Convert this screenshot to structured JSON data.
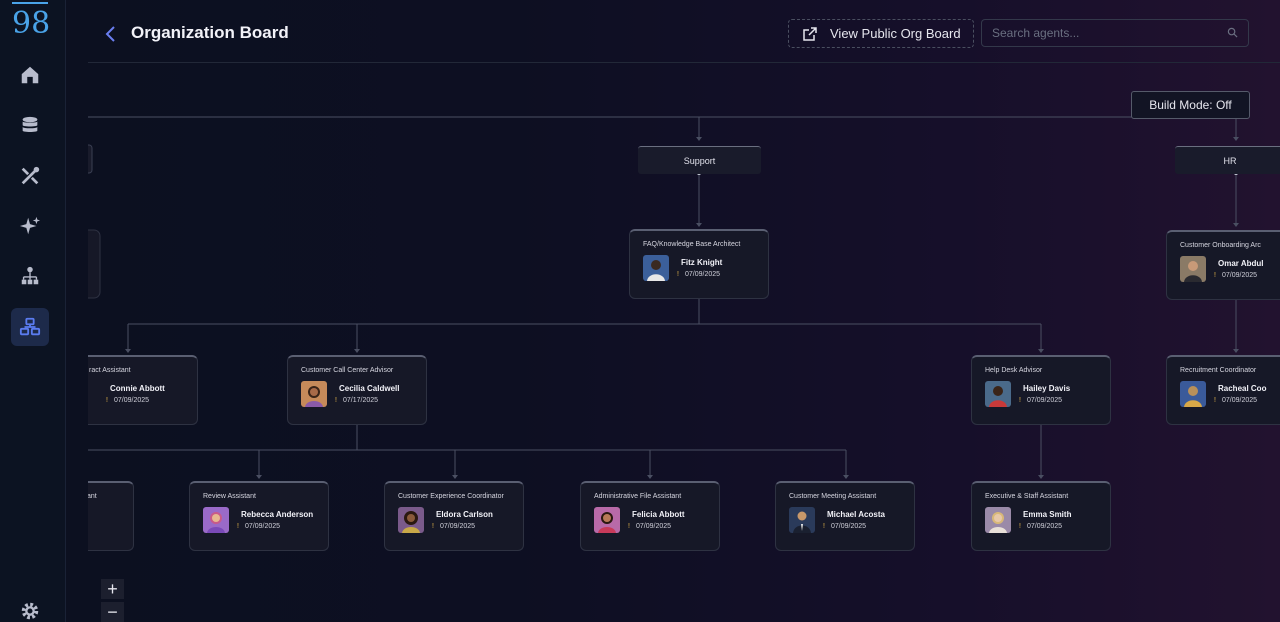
{
  "app": {
    "logo": "98"
  },
  "header": {
    "title": "Organization Board",
    "view_public_label": "View Public Org Board",
    "search_placeholder": "Search agents..."
  },
  "build_mode_label": "Build Mode: Off",
  "departments": [
    {
      "id": "support",
      "label": "Support"
    },
    {
      "id": "hr",
      "label": "HR"
    }
  ],
  "cards": [
    {
      "id": "fitz",
      "role": "FAQ/Knowledge Base Architect",
      "name": "Fitz Knight",
      "date": "07/09/2025",
      "avatar_color": "#3b5f9a"
    },
    {
      "id": "omar",
      "role": "Customer Onboarding Arc",
      "name": "Omar Abdul",
      "date": "07/09/2025",
      "avatar_color": "#8a7a66"
    },
    {
      "id": "connie",
      "role": "ract Assistant",
      "name": "Connie Abbott",
      "date": "07/09/2025",
      "avatar_color": "#b87a3a"
    },
    {
      "id": "cecilia",
      "role": "Customer Call Center Advisor",
      "name": "Cecilia Caldwell",
      "date": "07/17/2025",
      "avatar_color": "#c68a5a"
    },
    {
      "id": "hailey",
      "role": "Help Desk Advisor",
      "name": "Hailey Davis",
      "date": "07/09/2025",
      "avatar_color": "#4a6a8a"
    },
    {
      "id": "racheal",
      "role": "Recruitment Coordinator",
      "name": "Racheal Coo",
      "date": "07/09/2025",
      "avatar_color": "#3a5a9a"
    },
    {
      "id": "left_bottom",
      "role": "ant",
      "name": "",
      "date": "",
      "avatar_color": ""
    },
    {
      "id": "rebecca",
      "role": "Review Assistant",
      "name": "Rebecca Anderson",
      "date": "07/09/2025",
      "avatar_color": "#9a6ac8"
    },
    {
      "id": "eldora",
      "role": "Customer Experience Coordinator",
      "name": "Eldora Carlson",
      "date": "07/09/2025",
      "avatar_color": "#7a5a8a"
    },
    {
      "id": "felicia",
      "role": "Administrative File Assistant",
      "name": "Felicia Abbott",
      "date": "07/09/2025",
      "avatar_color": "#b86aa8"
    },
    {
      "id": "michael",
      "role": "Customer Meeting Assistant",
      "name": "Michael Acosta",
      "date": "07/09/2025",
      "avatar_color": "#2a3a5a"
    },
    {
      "id": "emma",
      "role": "Executive & Staff Assistant",
      "name": "Emma Smith",
      "date": "07/09/2025",
      "avatar_color": "#9a8aa8"
    }
  ],
  "zoom": {
    "in": "+",
    "out": "−"
  }
}
